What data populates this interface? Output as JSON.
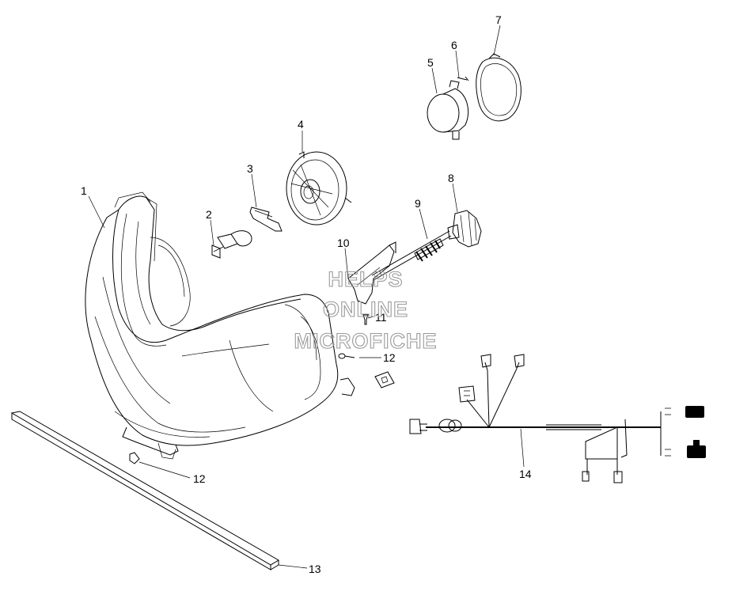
{
  "callouts": [
    {
      "id": "1",
      "label": "1"
    },
    {
      "id": "2",
      "label": "2"
    },
    {
      "id": "3",
      "label": "3"
    },
    {
      "id": "4",
      "label": "4"
    },
    {
      "id": "5",
      "label": "5"
    },
    {
      "id": "6",
      "label": "6"
    },
    {
      "id": "7",
      "label": "7"
    },
    {
      "id": "8",
      "label": "8"
    },
    {
      "id": "9",
      "label": "9"
    },
    {
      "id": "10",
      "label": "10"
    },
    {
      "id": "11",
      "label": "11"
    },
    {
      "id": "12a",
      "label": "12"
    },
    {
      "id": "12b",
      "label": "12"
    },
    {
      "id": "13",
      "label": "13"
    },
    {
      "id": "14",
      "label": "14"
    }
  ],
  "watermark": {
    "line1": "HELPS",
    "line2": "ONLINE",
    "line3": "MICROFICHE"
  }
}
